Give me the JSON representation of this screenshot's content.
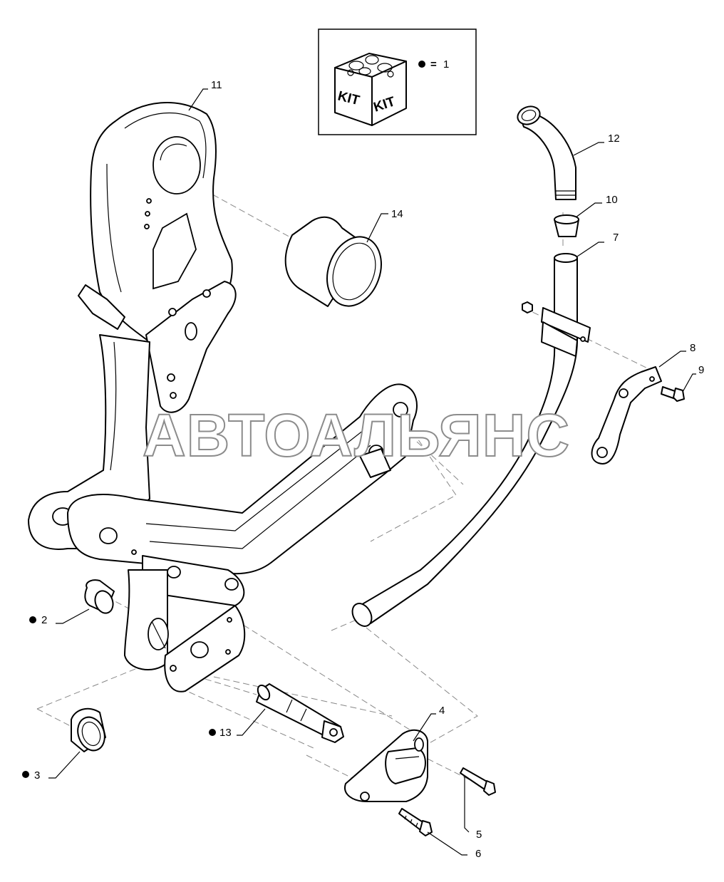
{
  "watermark": "АВТОАЛЬЯНС",
  "kit": {
    "box_text_left": "KIT",
    "box_text_right": "KIT",
    "legend_eq": "=",
    "legend_value": "1"
  },
  "callouts": {
    "p2": "2",
    "p3": "3",
    "p4": "4",
    "p5": "5",
    "p6": "6",
    "p7": "7",
    "p8": "8",
    "p9": "9",
    "p10": "10",
    "p11": "11",
    "p12": "12",
    "p13": "13",
    "p14": "14"
  },
  "kit_marked_parts": [
    "2",
    "3",
    "13"
  ],
  "colors": {
    "line": "#000000",
    "dashed_axis": "#888888",
    "watermark_outline": "#8c8c8c"
  }
}
